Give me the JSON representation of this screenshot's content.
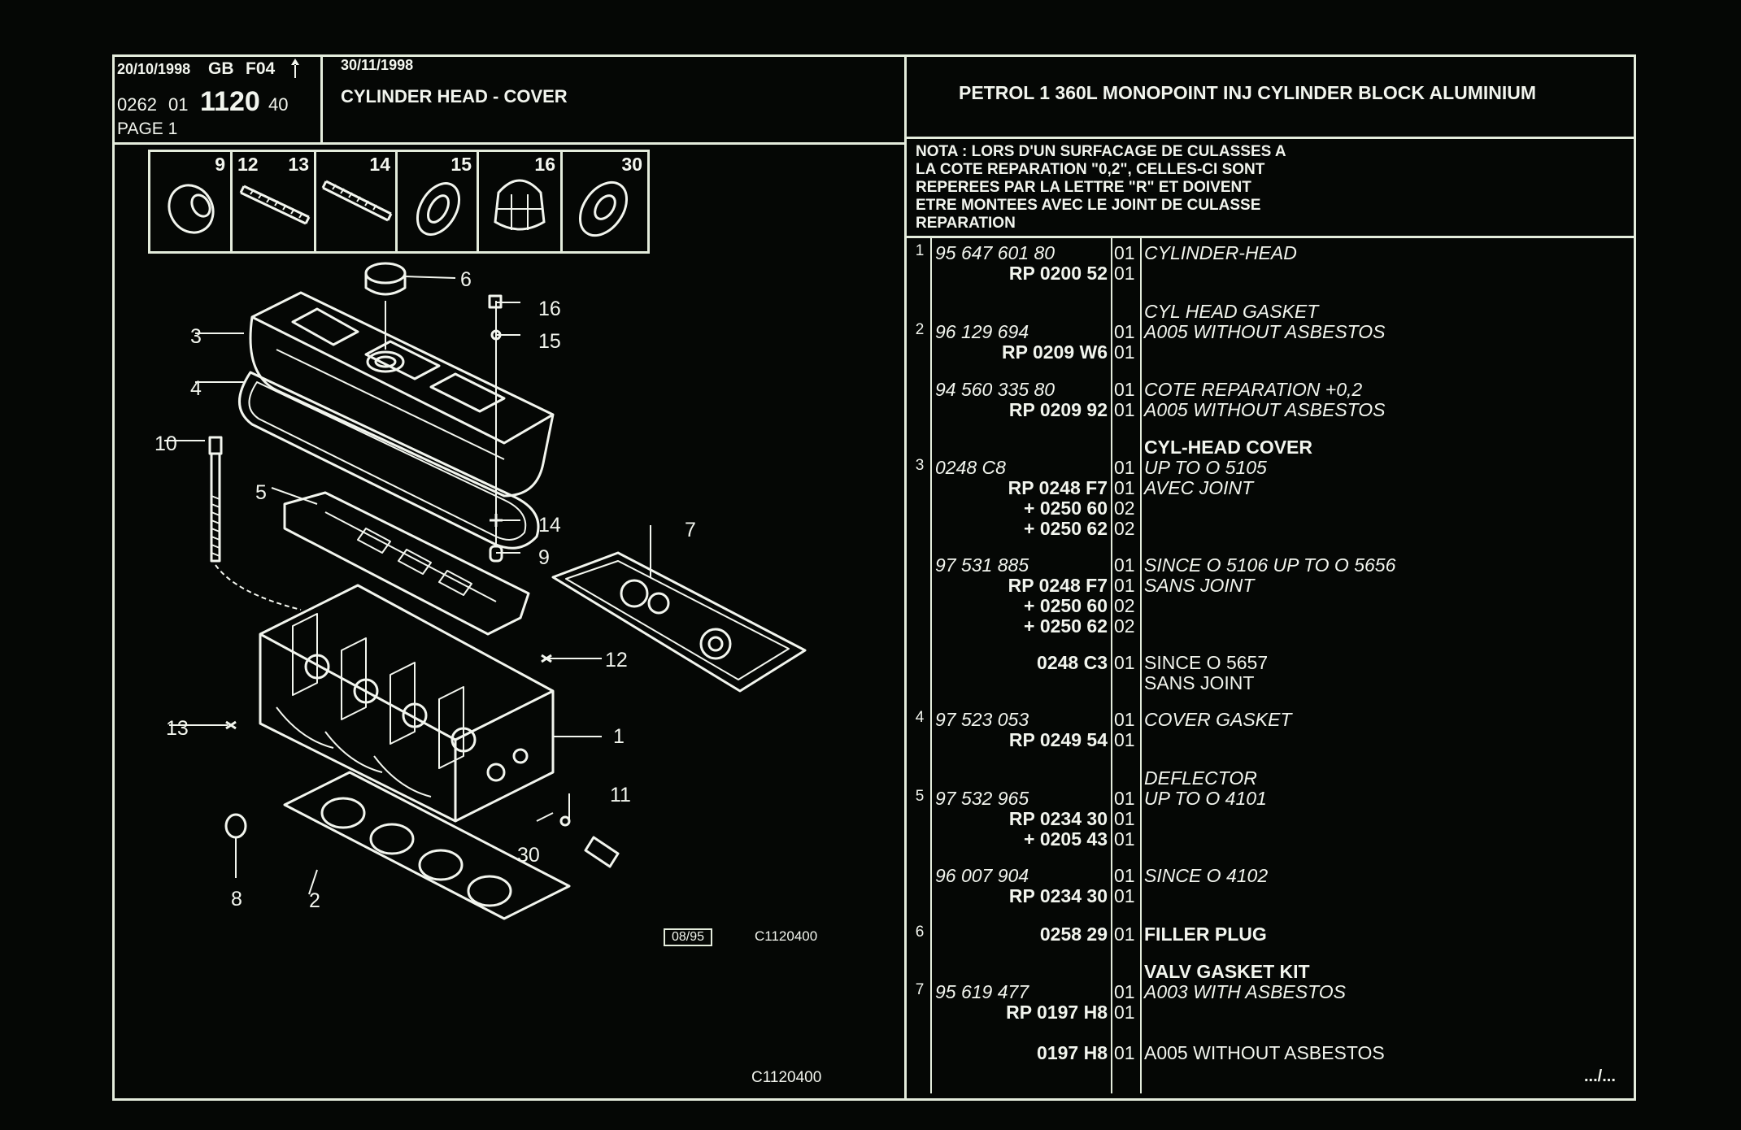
{
  "header": {
    "date1": "20/10/1998",
    "lang": "GB",
    "code": "F04",
    "ref_a": "0262",
    "ref_b": "01",
    "ref_c": "1120",
    "ref_d": "40",
    "page": "PAGE 1",
    "date2": "30/11/1998",
    "title": "CYLINDER HEAD - COVER",
    "model": "PETROL 1 360L MONOPOINT INJ CYLINDER BLOCK ALUMINIUM"
  },
  "nota": [
    "NOTA : LORS D'UN SURFACAGE DE CULASSES A",
    "LA COTE REPARATION \"0,2\", CELLES-CI SONT",
    "REPEREES PAR LA LETTRE \"R\" ET DOIVENT",
    "ETRE MONTEES AVEC LE JOINT DE CULASSE",
    "REPARATION"
  ],
  "icon_numbers": [
    "9",
    "12",
    "13",
    "14",
    "15",
    "16",
    "30"
  ],
  "callouts": [
    "6",
    "16",
    "15",
    "3",
    "4",
    "10",
    "5",
    "14",
    "9",
    "7",
    "12",
    "13",
    "1",
    "11",
    "30",
    "8",
    "2"
  ],
  "drawing_stamp": "08/95",
  "drawing_code": "C1120400",
  "footer_code": "C1120400",
  "continued": ".../...",
  "parts": [
    {
      "num": "1",
      "ref": "95 647 601 80",
      "ref_bold": false,
      "qty": "01",
      "desc": "CYLINDER-HEAD",
      "desc_style": "it"
    },
    {
      "num": "",
      "ref": "RP  0200 52",
      "ref_bold": true,
      "qty": "01",
      "desc": "",
      "desc_style": ""
    },
    {
      "num": "",
      "ref": "",
      "ref_bold": false,
      "qty": "",
      "desc": "CYL HEAD GASKET",
      "desc_style": "it"
    },
    {
      "num": "2",
      "ref": "96 129 694",
      "ref_bold": false,
      "qty": "01",
      "desc": "A005 WITHOUT ASBESTOS",
      "desc_style": "it"
    },
    {
      "num": "",
      "ref": "RP  0209 W6",
      "ref_bold": true,
      "qty": "01",
      "desc": "",
      "desc_style": ""
    },
    {
      "num": "",
      "ref": "94 560 335 80",
      "ref_bold": false,
      "qty": "01",
      "desc": "COTE REPARATION  +0,2",
      "desc_style": "it"
    },
    {
      "num": "",
      "ref": "RP  0209 92",
      "ref_bold": true,
      "qty": "01",
      "desc": "A005 WITHOUT ASBESTOS",
      "desc_style": "it"
    },
    {
      "num": "",
      "ref": "",
      "ref_bold": false,
      "qty": "",
      "desc": "CYL-HEAD COVER",
      "desc_style": "b"
    },
    {
      "num": "3",
      "ref": "0248 C8",
      "ref_bold": false,
      "qty": "01",
      "desc": "UP  TO  O  5105",
      "desc_style": "it"
    },
    {
      "num": "",
      "ref": "RP  0248 F7",
      "ref_bold": true,
      "qty": "01",
      "desc": "AVEC JOINT",
      "desc_style": "it"
    },
    {
      "num": "",
      "ref": "+  0250 60",
      "ref_bold": true,
      "qty": "02",
      "desc": "",
      "desc_style": ""
    },
    {
      "num": "",
      "ref": "+  0250 62",
      "ref_bold": true,
      "qty": "02",
      "desc": "",
      "desc_style": ""
    },
    {
      "num": "",
      "ref": "97 531 885",
      "ref_bold": false,
      "qty": "01",
      "desc": "SINCE  O  5106 UP  TO  O  5656",
      "desc_style": "it"
    },
    {
      "num": "",
      "ref": "RP  0248 F7",
      "ref_bold": true,
      "qty": "01",
      "desc": "SANS JOINT",
      "desc_style": "it"
    },
    {
      "num": "",
      "ref": "+  0250 60",
      "ref_bold": true,
      "qty": "02",
      "desc": "",
      "desc_style": ""
    },
    {
      "num": "",
      "ref": "+  0250 62",
      "ref_bold": true,
      "qty": "02",
      "desc": "",
      "desc_style": ""
    },
    {
      "num": "",
      "ref": "0248 C3",
      "ref_bold": true,
      "qty": "01",
      "desc": "SINCE  O  5657",
      "desc_style": ""
    },
    {
      "num": "",
      "ref": "",
      "ref_bold": false,
      "qty": "",
      "desc": "SANS JOINT",
      "desc_style": ""
    },
    {
      "num": "4",
      "ref": "97 523 053",
      "ref_bold": false,
      "qty": "01",
      "desc": "COVER GASKET",
      "desc_style": "it"
    },
    {
      "num": "",
      "ref": "RP  0249 54",
      "ref_bold": true,
      "qty": "01",
      "desc": "",
      "desc_style": ""
    },
    {
      "num": "",
      "ref": "",
      "ref_bold": false,
      "qty": "",
      "desc": "DEFLECTOR",
      "desc_style": "it"
    },
    {
      "num": "5",
      "ref": "97 532 965",
      "ref_bold": false,
      "qty": "01",
      "desc": "UP  TO  O  4101",
      "desc_style": "it"
    },
    {
      "num": "",
      "ref": "RP  0234 30",
      "ref_bold": true,
      "qty": "01",
      "desc": "",
      "desc_style": ""
    },
    {
      "num": "",
      "ref": "+  0205 43",
      "ref_bold": true,
      "qty": "01",
      "desc": "",
      "desc_style": ""
    },
    {
      "num": "",
      "ref": "96 007 904",
      "ref_bold": false,
      "qty": "01",
      "desc": "SINCE  O  4102",
      "desc_style": "it"
    },
    {
      "num": "",
      "ref": "RP  0234 30",
      "ref_bold": true,
      "qty": "01",
      "desc": "",
      "desc_style": ""
    },
    {
      "num": "6",
      "ref": "0258 29",
      "ref_bold": true,
      "qty": "01",
      "desc": "FILLER PLUG",
      "desc_style": "b"
    },
    {
      "num": "",
      "ref": "",
      "ref_bold": false,
      "qty": "",
      "desc": "VALV GASKET KIT",
      "desc_style": "b"
    },
    {
      "num": "7",
      "ref": "95 619 477",
      "ref_bold": false,
      "qty": "01",
      "desc": "A003 WITH ASBESTOS",
      "desc_style": "it"
    },
    {
      "num": "",
      "ref": "RP  0197 H8",
      "ref_bold": true,
      "qty": "01",
      "desc": "",
      "desc_style": ""
    },
    {
      "num": "",
      "ref": "0197 H8",
      "ref_bold": true,
      "qty": "01",
      "desc": "A005 WITHOUT ASBESTOS",
      "desc_style": ""
    }
  ]
}
